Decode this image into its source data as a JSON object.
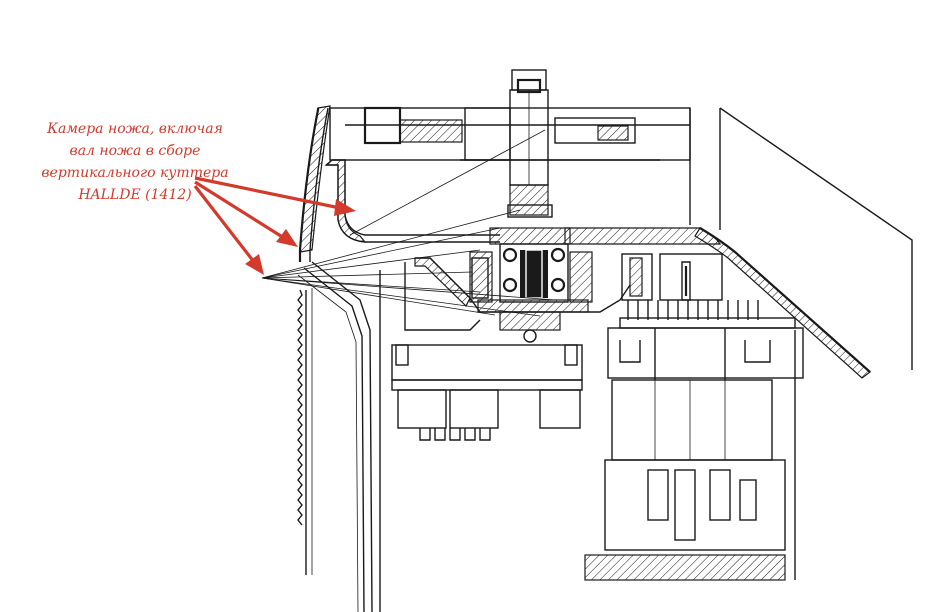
{
  "callout": {
    "lines": [
      "Камера ножа, включая",
      "вал ножа в сборе",
      "вертикального куттера",
      "HALLDE (1412)"
    ],
    "color": "#d43a2c"
  },
  "figure": {
    "subject": "Vertical cutter knife chamber cross-section",
    "annotation_arrows": 3
  }
}
